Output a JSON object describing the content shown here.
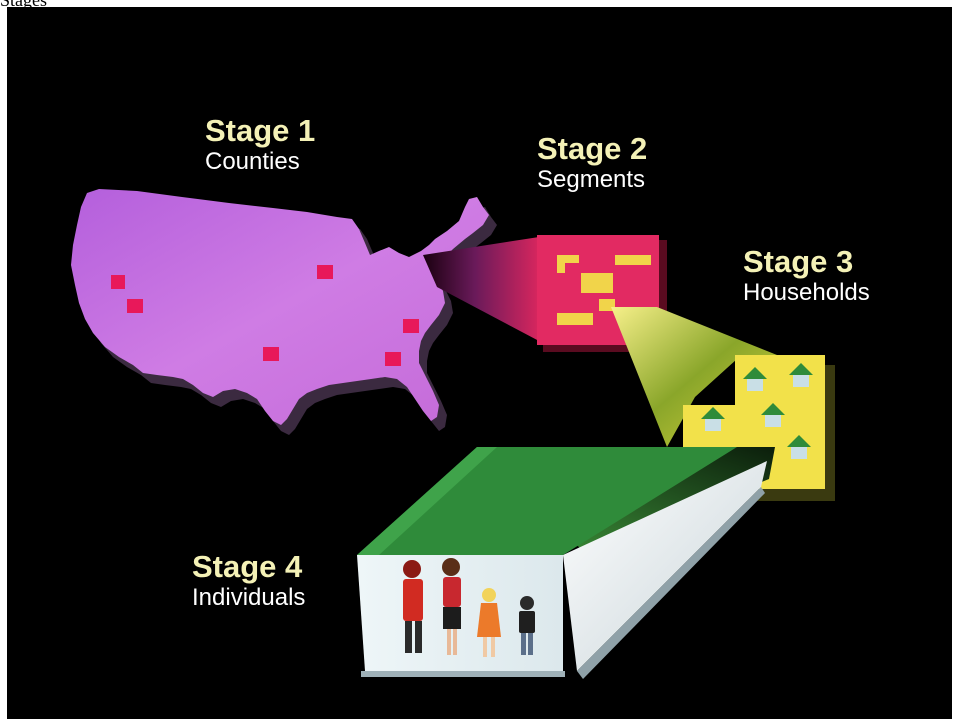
{
  "caption": "Stages",
  "colors": {
    "background": "#000000",
    "stage_title": "#f4f1b6",
    "stage_label": "#ffffff",
    "map": "#c56ee0",
    "segment_panel": "#e22a62",
    "household_panel": "#f2e14a",
    "roof": "#2f8b3a",
    "marker": "#e8185a"
  },
  "stages": [
    {
      "number": "Stage 1",
      "name": "Counties"
    },
    {
      "number": "Stage 2",
      "name": "Segments"
    },
    {
      "number": "Stage 3",
      "name": "Households"
    },
    {
      "number": "Stage 4",
      "name": "Individuals"
    }
  ]
}
